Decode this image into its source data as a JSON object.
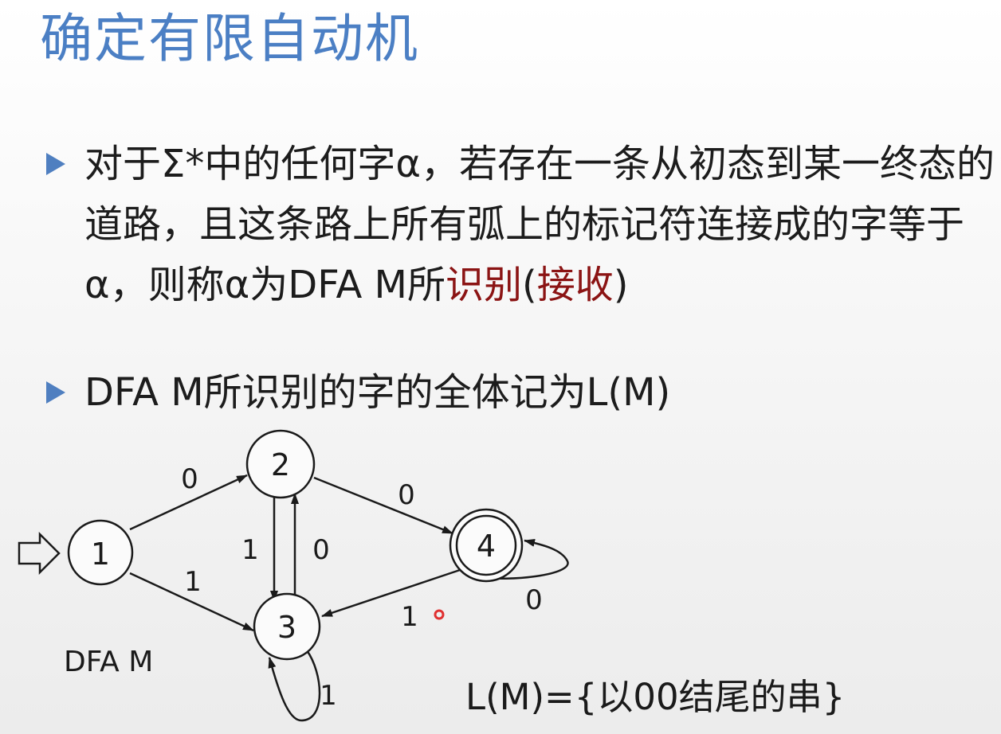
{
  "title": "确定有限自动机",
  "bullets": [
    {
      "text_before": "对于Σ*中的任何字α，若存在一条从初态到某一终态的道路，且这条路上所有弧上的标记符连接成的字等于α，则称α为DFA M所",
      "highlight_1": "识别",
      "paren_open": "(",
      "highlight_2": "接收",
      "paren_close": ")"
    },
    {
      "text": "DFA M所识别的字的全体记为L(M)"
    }
  ],
  "diagram": {
    "name_label": "DFA M",
    "start_state": "1",
    "accept_states": [
      "4"
    ],
    "states": [
      "1",
      "2",
      "3",
      "4"
    ],
    "transitions": [
      {
        "from": "1",
        "to": "2",
        "label": "0"
      },
      {
        "from": "1",
        "to": "3",
        "label": "1"
      },
      {
        "from": "2",
        "to": "3",
        "label": "1"
      },
      {
        "from": "3",
        "to": "2",
        "label": "0"
      },
      {
        "from": "2",
        "to": "4",
        "label": "0"
      },
      {
        "from": "4",
        "to": "3",
        "label": "1"
      },
      {
        "from": "4",
        "to": "4",
        "label": "0"
      },
      {
        "from": "3",
        "to": "3",
        "label": "1"
      }
    ],
    "language": "L(M)={以00结尾的串}",
    "colors": {
      "title": "#4b7fc4",
      "bullet_marker": "#4f7fc0",
      "highlight": "#8b1414",
      "cursor_dot": "#e03030"
    }
  }
}
